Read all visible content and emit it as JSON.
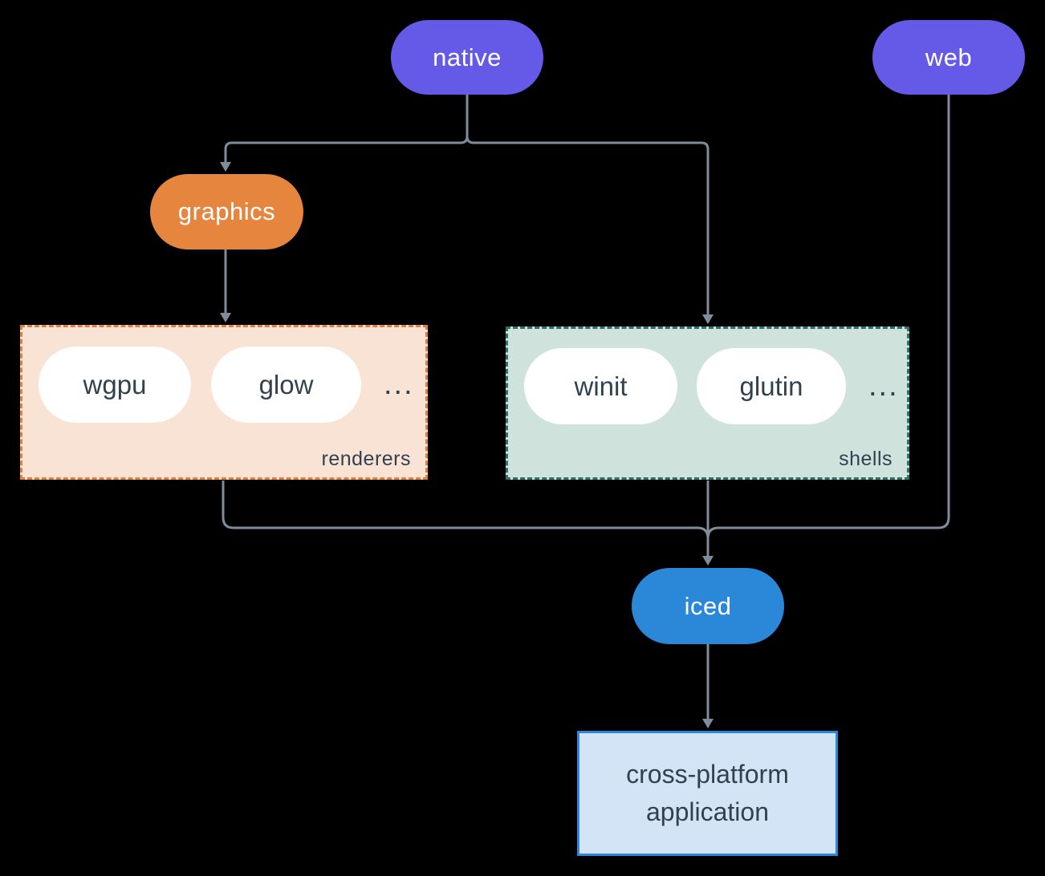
{
  "diagram": {
    "background": "#000000",
    "connector_color": "#7E8C9C",
    "nodes": {
      "native": {
        "label": "native",
        "fill": "#655AE8",
        "text_color": "#FFFFFF"
      },
      "web": {
        "label": "web",
        "fill": "#655AE8",
        "text_color": "#FFFFFF"
      },
      "graphics": {
        "label": "graphics",
        "fill": "#E5853E",
        "text_color": "#FFFFFF"
      },
      "iced": {
        "label": "iced",
        "fill": "#2B87D8",
        "text_color": "#FFFFFF"
      },
      "application": {
        "line1": "cross-platform",
        "line2": "application",
        "fill": "#D3E4F6",
        "border_color": "#2B87D8",
        "text_color": "#33414F"
      }
    },
    "groups": {
      "renderers": {
        "label": "renderers",
        "fill": "#F9E3D5",
        "border_color": "#E0823D",
        "items": [
          {
            "label": "wgpu"
          },
          {
            "label": "glow"
          }
        ],
        "ellipsis": "..."
      },
      "shells": {
        "label": "shells",
        "fill": "#D0E2DC",
        "border_color": "#2F7265",
        "items": [
          {
            "label": "winit"
          },
          {
            "label": "glutin"
          }
        ],
        "ellipsis": "..."
      }
    }
  }
}
